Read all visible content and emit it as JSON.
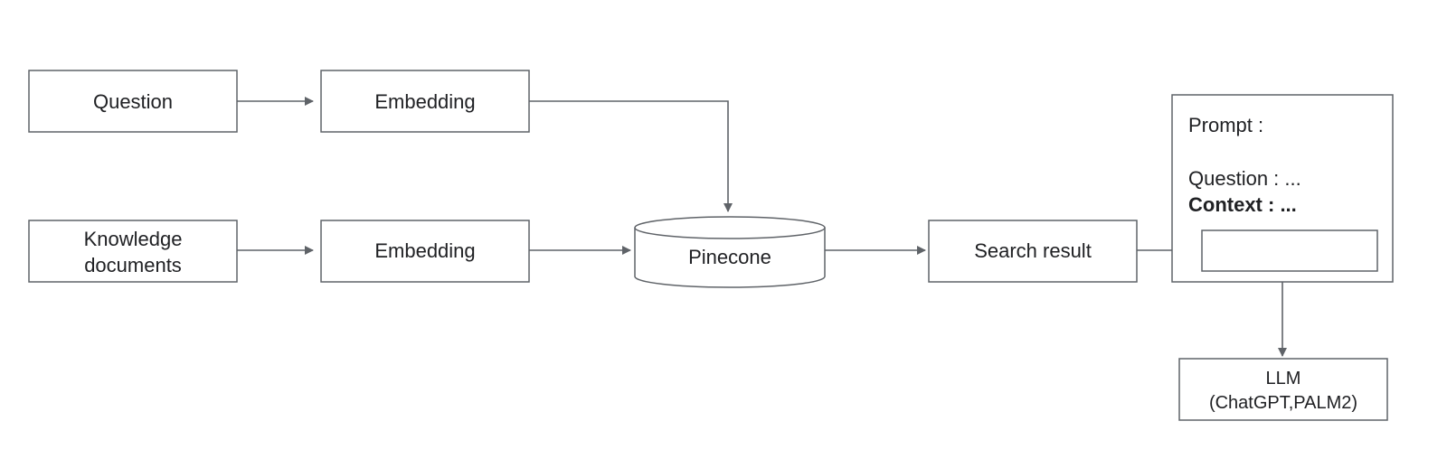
{
  "nodes": {
    "question": {
      "label": "Question"
    },
    "embedding_top": {
      "label": "Embedding"
    },
    "knowledge": {
      "label_line1": "Knowledge",
      "label_line2": "documents"
    },
    "embedding_bottom": {
      "label": "Embedding"
    },
    "pinecone": {
      "label": "Pinecone"
    },
    "search_result": {
      "label": "Search result"
    },
    "prompt": {
      "title": "Prompt :",
      "question_line": "Question : ...",
      "context_line": "Context : ..."
    },
    "llm": {
      "label_line1": "LLM",
      "label_line2": "(ChatGPT,PALM2)"
    }
  },
  "edges": [
    {
      "from": "question",
      "to": "embedding_top"
    },
    {
      "from": "embedding_top",
      "to": "pinecone"
    },
    {
      "from": "knowledge",
      "to": "embedding_bottom"
    },
    {
      "from": "embedding_bottom",
      "to": "pinecone"
    },
    {
      "from": "pinecone",
      "to": "search_result"
    },
    {
      "from": "search_result",
      "to": "prompt"
    },
    {
      "from": "prompt",
      "to": "llm"
    }
  ]
}
